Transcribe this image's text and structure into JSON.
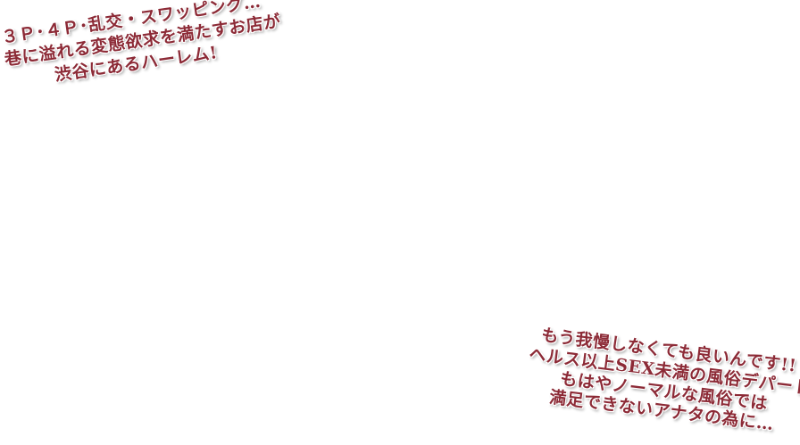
{
  "text_color": "#8c2a36",
  "tagline_top": {
    "lines": [
      "３Ｐ･４Ｐ･乱交・スワッピング…",
      "巷に溢れる変態欲求を満たすお店が",
      "渋谷にあるハーレム!"
    ]
  },
  "tagline_bottom": {
    "lines": [
      "もう我慢しなくても良いんです!!",
      "ヘルス以上SEX未満の風俗デパート!!",
      "もはやノーマルな風俗では",
      "満足できないアナタの為に…"
    ]
  }
}
